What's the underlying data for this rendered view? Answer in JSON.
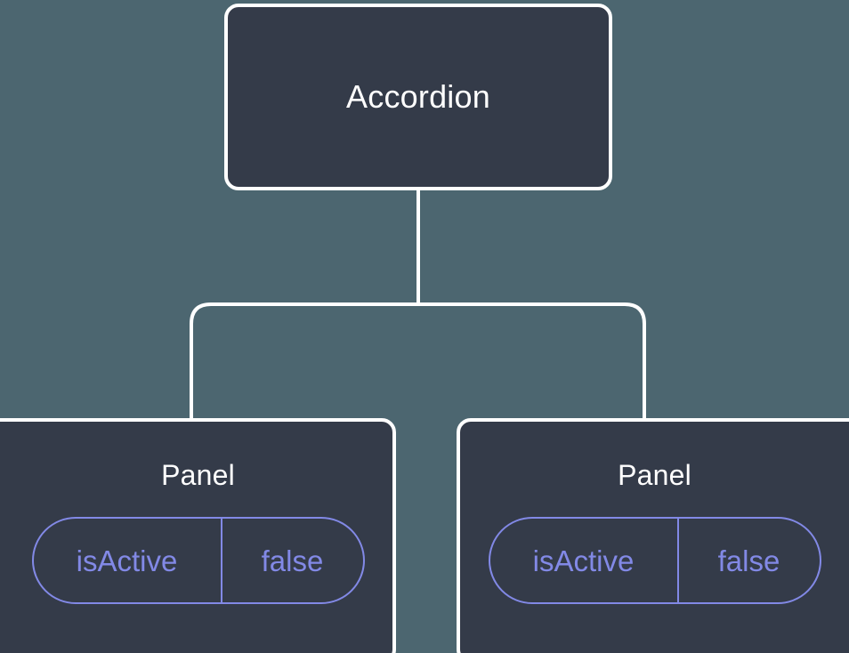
{
  "diagram": {
    "type": "component-tree",
    "background_color": "#4c6670",
    "node_fill_color": "#343b49",
    "node_border_color": "#ffffff",
    "connector_color": "#ffffff",
    "accent_color": "#8289e6",
    "root": {
      "label": "Accordion"
    },
    "children": [
      {
        "label": "Panel",
        "state": {
          "key": "isActive",
          "value": "false"
        }
      },
      {
        "label": "Panel",
        "state": {
          "key": "isActive",
          "value": "false"
        }
      }
    ]
  }
}
